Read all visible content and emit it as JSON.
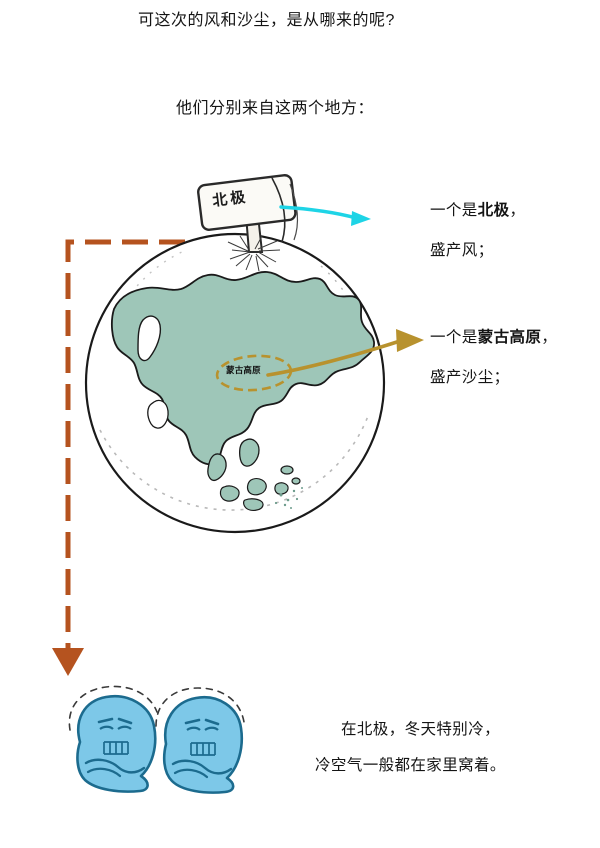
{
  "headings": {
    "question": "可这次的风和沙尘，是从哪来的呢?",
    "lead": "他们分别来自这两个地方："
  },
  "callouts": {
    "arctic": {
      "line1_prefix": "一个是",
      "line1_emphasis": "北极",
      "line1_suffix": "，",
      "line2": "盛产风；"
    },
    "plateau": {
      "line1_prefix": "一个是",
      "line1_emphasis": "蒙古高原",
      "line1_suffix": "，",
      "line2": "盛产沙尘；"
    }
  },
  "globe": {
    "signpost_label": "北极",
    "region_label": "蒙古高原",
    "land_color": "#9ec6b8",
    "outline_color": "#1a1a1a"
  },
  "arrows": {
    "wind_arrow_color": "#1ed4e6",
    "dust_arrow_color": "#b8922e",
    "path_arrow_color": "#b5531f"
  },
  "caption": {
    "line1": "在北极，冬天特别冷，",
    "line2": "冷空气一般都在家里窝着。"
  },
  "characters": {
    "blob_fill": "#7dc8e8",
    "blob_outline": "#1c6b8e",
    "count": 2,
    "description": "cold-air-blob"
  }
}
